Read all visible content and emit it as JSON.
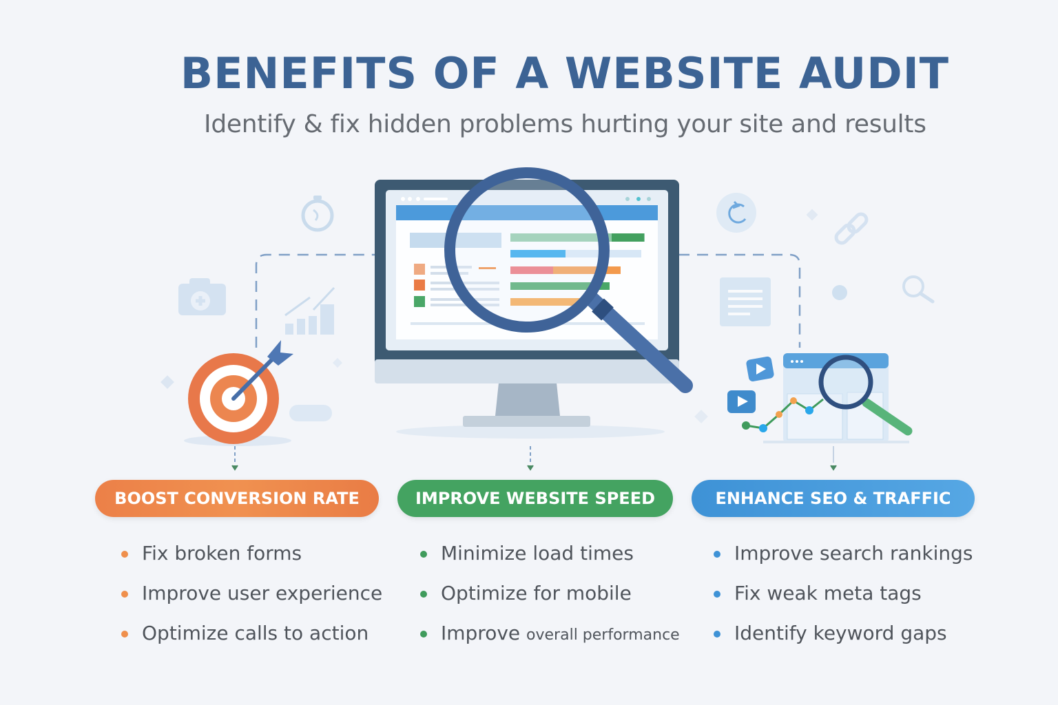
{
  "header": {
    "title": "BENEFITS OF A WEBSITE AUDIT",
    "subtitle": "Identify & fix hidden problems hurting your site and results"
  },
  "colors": {
    "title": "#3c6394",
    "orange": "#ec8048",
    "green": "#44a361",
    "blue": "#3e92d6",
    "background": "#f3f5f9"
  },
  "illustrations": {
    "center": "monitor-with-magnifying-glass-icon",
    "left": "target-with-arrow-icon",
    "right": "seo-chart-with-magnifier-icon",
    "decorations": [
      "stopwatch-icon",
      "camera-plus-icon",
      "growth-chart-icon",
      "refresh-icon",
      "link-icon",
      "document-icon",
      "search-icon",
      "play-video-icon"
    ]
  },
  "columns": [
    {
      "heading": "BOOST CONVERSION RATE",
      "items": [
        "Fix broken forms",
        "Improve user experience",
        "Optimize calls to action"
      ]
    },
    {
      "heading": "IMPROVE WEBSITE SPEED",
      "items": [
        "Minimize load times",
        "Optimize for mobile",
        "Improve",
        "overall performance"
      ]
    },
    {
      "heading": "ENHANCE  SEO & TRAFFIC",
      "items": [
        "Improve search rankings",
        "Fix weak meta tags",
        "Identify keyword gaps"
      ]
    }
  ]
}
